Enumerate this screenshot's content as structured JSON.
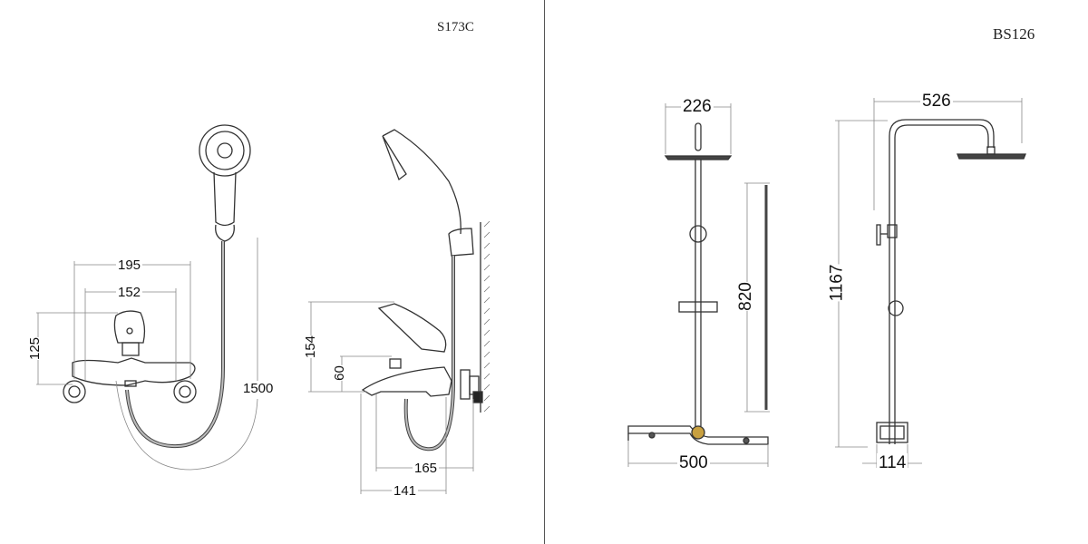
{
  "left_panel": {
    "model_code": "S173C",
    "front_view": {
      "dimensions": {
        "overall_width": "195",
        "inlet_spacing": "152",
        "height": "125",
        "hose_length": "1500"
      }
    },
    "side_view": {
      "dimensions": {
        "lever_height": "154",
        "spout_height": "60",
        "wall_to_spout": "165",
        "spout_projection": "141"
      }
    }
  },
  "right_panel": {
    "model_code": "BS126",
    "front_view": {
      "dimensions": {
        "head_diameter": "226",
        "hose_length": "820",
        "bar_width": "500"
      }
    },
    "side_view": {
      "dimensions": {
        "arm_reach": "526",
        "total_height": "1167",
        "mixer_depth": "114"
      }
    }
  },
  "colors": {
    "line": "#333333",
    "dimension_line": "#777777",
    "background": "#ffffff",
    "accent_gold": "#c8a040"
  }
}
